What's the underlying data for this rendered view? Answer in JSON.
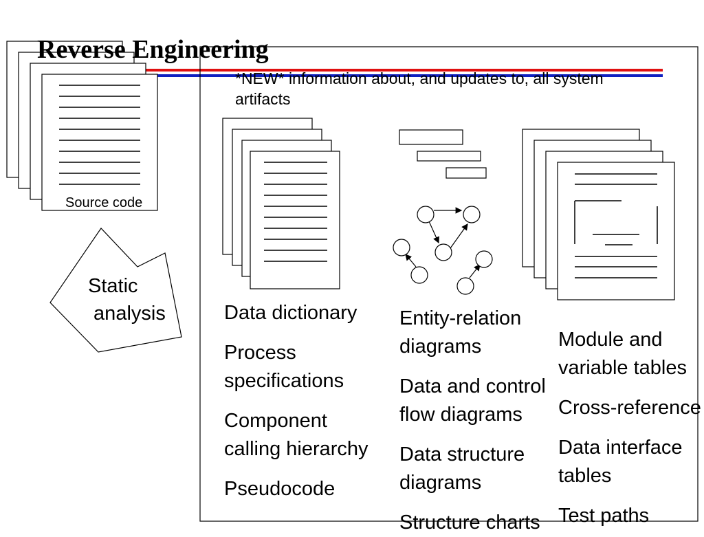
{
  "title": "Reverse Engineering",
  "note": "*NEW* information about, and updates to, all system artifacts",
  "source_label": "Source code",
  "arrow_label": "Static\n analysis",
  "columns": [
    {
      "items": [
        "Data dictionary",
        "Process specifications",
        "Component calling hierarchy",
        "Pseudocode"
      ]
    },
    {
      "items": [
        "Entity-relation diagrams",
        "Data and control flow diagrams",
        "Data structure diagrams",
        "Structure charts"
      ]
    },
    {
      "items": [
        "Module and variable tables",
        "Cross-reference",
        "Data interface tables",
        "Test paths"
      ]
    }
  ],
  "colors": {
    "stripe_red": "#e01010",
    "stripe_blue": "#1020c0",
    "ink": "#000000",
    "paper": "#ffffff"
  }
}
